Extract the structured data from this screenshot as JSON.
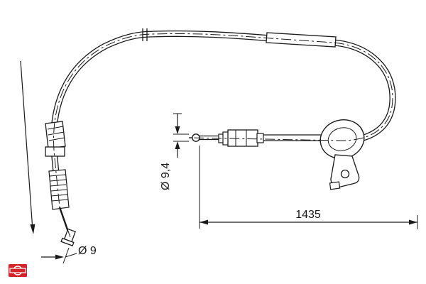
{
  "drawing": {
    "dimensions": {
      "end_fitting_diameter": "Ø 9",
      "ball_diameter": "Ø 9,4",
      "cable_length": "1435"
    },
    "colors": {
      "line": "#1a1a1a",
      "logo_red": "#d5232a",
      "background": "#ffffff"
    }
  }
}
